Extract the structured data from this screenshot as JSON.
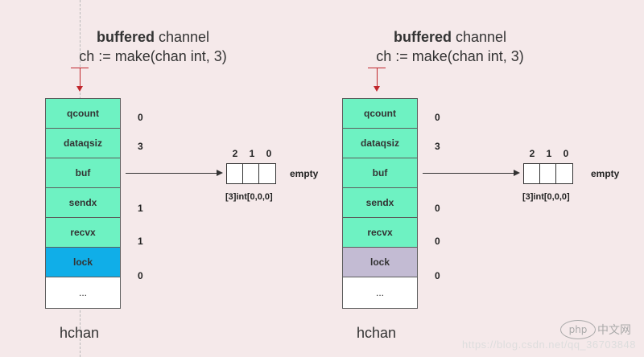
{
  "diagrams": [
    {
      "title_bold": "buffered",
      "title_rest": " channel",
      "code": "ch := make(chan int, 3)",
      "fields": [
        {
          "label": "qcount",
          "value": "0"
        },
        {
          "label": "dataqsiz",
          "value": "3"
        },
        {
          "label": "buf",
          "value": ""
        },
        {
          "label": "sendx",
          "value": "1"
        },
        {
          "label": "recvx",
          "value": "1"
        },
        {
          "label": "lock",
          "value": "0"
        },
        {
          "label": "...",
          "value": ""
        }
      ],
      "lock_color": "#10aee8",
      "buf_indices": [
        "2",
        "1",
        "0"
      ],
      "buf_label": "[3]int[0,0,0]",
      "empty_label": "empty",
      "struct_label": "hchan"
    },
    {
      "title_bold": "buffered",
      "title_rest": " channel",
      "code": "ch := make(chan int, 3)",
      "fields": [
        {
          "label": "qcount",
          "value": "0"
        },
        {
          "label": "dataqsiz",
          "value": "3"
        },
        {
          "label": "buf",
          "value": ""
        },
        {
          "label": "sendx",
          "value": "0"
        },
        {
          "label": "recvx",
          "value": "0"
        },
        {
          "label": "lock",
          "value": "0"
        },
        {
          "label": "...",
          "value": ""
        }
      ],
      "lock_color": "#c3bbd3",
      "buf_indices": [
        "2",
        "1",
        "0"
      ],
      "buf_label": "[3]int[0,0,0]",
      "empty_label": "empty",
      "struct_label": "hchan"
    }
  ],
  "watermark": {
    "url": "https://blog.csdn.net/qq_36703848",
    "logo_text": "php",
    "logo_cn": "中文网"
  }
}
